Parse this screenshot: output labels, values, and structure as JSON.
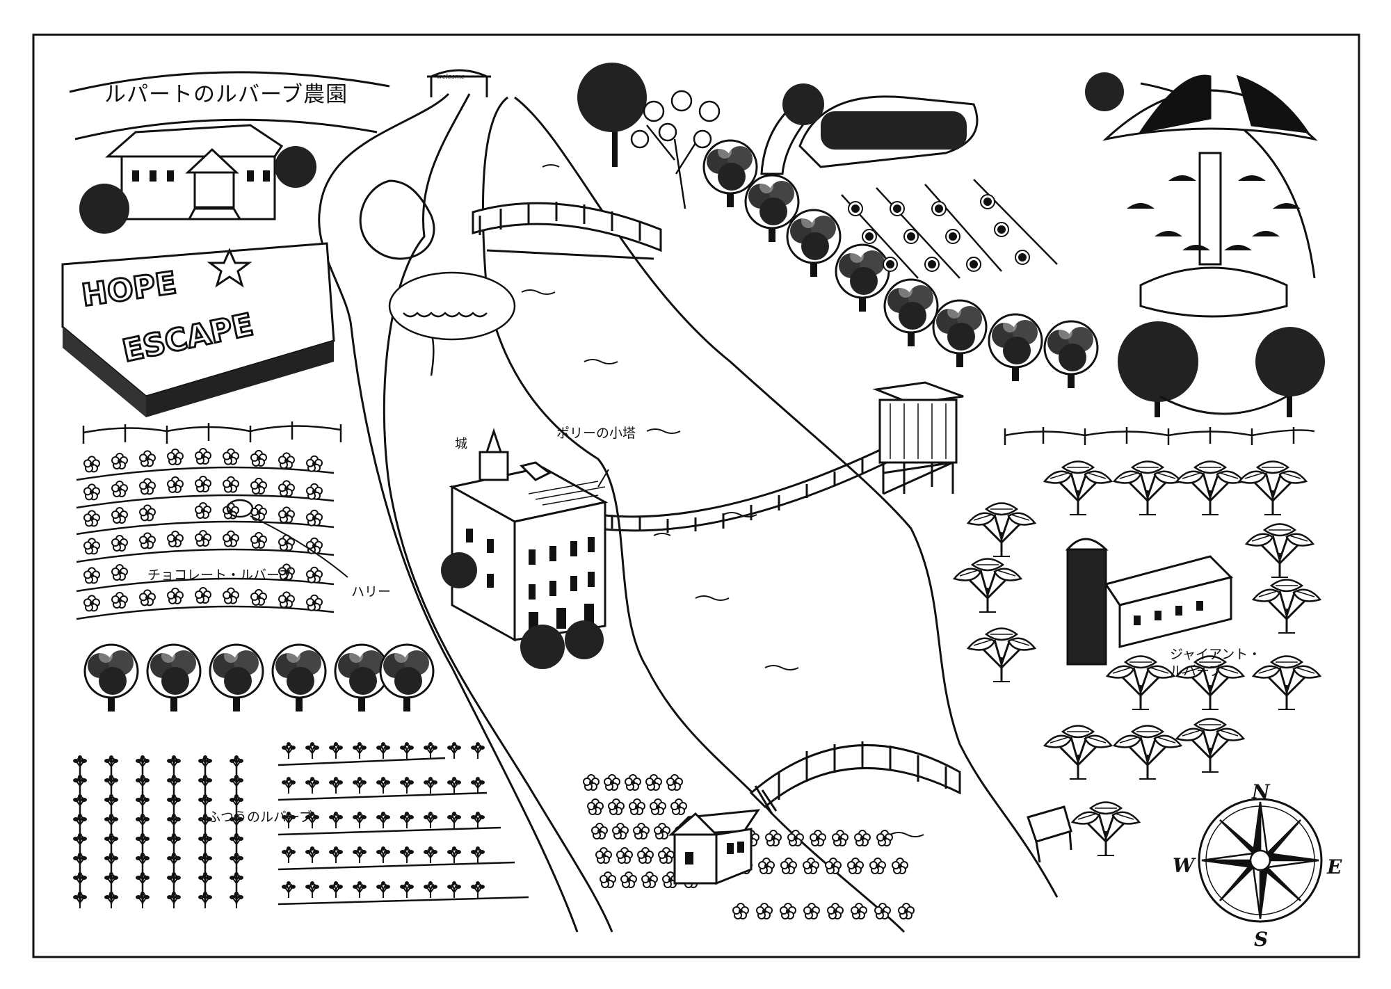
{
  "map": {
    "title": "ルパートのルバーブ農園",
    "welcome_sign": "welcome",
    "maze_text": "HOPE ESCAPE",
    "labels": {
      "castle": "城",
      "folly": "ポリーの小塔",
      "chocolate_rhubarb": "チョコレート・ルバーブ",
      "harry": "ハリー",
      "ordinary_rhubarb": "ふつうのルバーブ",
      "giant_rhubarb_line1": "ジャイアント・",
      "giant_rhubarb_line2": "ルバーブ"
    },
    "compass": {
      "n": "N",
      "s": "S",
      "w": "W",
      "e": "E"
    },
    "colors": {
      "ink": "#111111",
      "paper": "#ffffff"
    }
  }
}
